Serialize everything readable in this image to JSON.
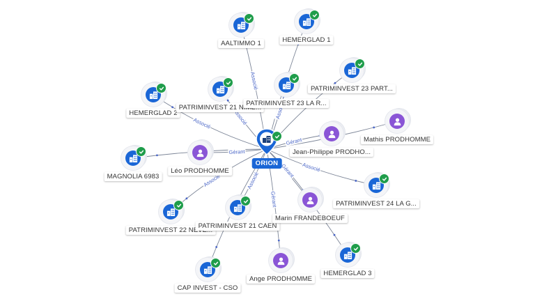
{
  "center": {
    "label": "ORION"
  },
  "nodes": [
    {
      "id": "aaltimmo",
      "type": "company",
      "label": "AALTIMMO 1"
    },
    {
      "id": "hemerglad1",
      "type": "company",
      "label": "HEMERGLAD 1"
    },
    {
      "id": "p23part",
      "type": "company",
      "label": "PATRIMINVEST 23 PART..."
    },
    {
      "id": "hemerglad2",
      "type": "company",
      "label": "HEMERGLAD 2"
    },
    {
      "id": "p21nime",
      "type": "company",
      "label": "PATRIMINVEST 21 NIME..."
    },
    {
      "id": "p23lar",
      "type": "company",
      "label": "PATRIMINVEST 23 LA R..."
    },
    {
      "id": "mathis",
      "type": "person",
      "label": "Mathis PRODHOMME"
    },
    {
      "id": "jeanphilippe",
      "type": "person",
      "label": "Jean-Philippe PRODHO..."
    },
    {
      "id": "magnolia",
      "type": "company",
      "label": "MAGNOLIA 6983"
    },
    {
      "id": "leo",
      "type": "person",
      "label": "Léo PRODHOMME"
    },
    {
      "id": "p24lag",
      "type": "company",
      "label": "PATRIMINVEST 24 LA G..."
    },
    {
      "id": "p22neve",
      "type": "company",
      "label": "PATRIMINVEST 22 NEVE..."
    },
    {
      "id": "p21caen",
      "type": "company",
      "label": "PATRIMINVEST 21 CAEN"
    },
    {
      "id": "marin",
      "type": "person",
      "label": "Marin FRANDEBOEUF"
    },
    {
      "id": "capinvest",
      "type": "company",
      "label": "CAP INVEST - CSO"
    },
    {
      "id": "ange",
      "type": "person",
      "label": "Ange PRODHOMME"
    },
    {
      "id": "hemerglad3",
      "type": "company",
      "label": "HEMERGLAD 3"
    }
  ],
  "edges": [
    {
      "from": "center",
      "to": "aaltimmo",
      "label": "Associé"
    },
    {
      "from": "center",
      "to": "hemerglad1",
      "label": ""
    },
    {
      "from": "center",
      "to": "p23part",
      "label": ""
    },
    {
      "from": "center",
      "to": "hemerglad2",
      "label": "Associé"
    },
    {
      "from": "center",
      "to": "p21nime",
      "label": "Associé"
    },
    {
      "from": "center",
      "to": "p23lar",
      "label": "Associé"
    },
    {
      "from": "center",
      "to": "mathis",
      "label": ""
    },
    {
      "from": "center",
      "to": "jeanphilippe",
      "label": "Gérant"
    },
    {
      "from": "center",
      "to": "magnolia",
      "label": ""
    },
    {
      "from": "center",
      "to": "leo",
      "label": "Gérant"
    },
    {
      "from": "center",
      "to": "p24lag",
      "label": "Associé"
    },
    {
      "from": "center",
      "to": "p22neve",
      "label": "Associé"
    },
    {
      "from": "center",
      "to": "p21caen",
      "label": "Associé"
    },
    {
      "from": "center",
      "to": "marin",
      "label": "Gérant"
    },
    {
      "from": "center",
      "to": "capinvest",
      "label": ""
    },
    {
      "from": "center",
      "to": "ange",
      "label": "Gérant"
    },
    {
      "from": "center",
      "to": "hemerglad3",
      "label": ""
    }
  ],
  "colors": {
    "company": "#1a66d6",
    "person": "#8a55d6",
    "verified": "#1f9d4b",
    "edge": "#7c8597",
    "edge_label": "#4a66c7"
  },
  "icons": {
    "company": "building-icon",
    "person": "person-icon",
    "verified": "check-icon"
  }
}
